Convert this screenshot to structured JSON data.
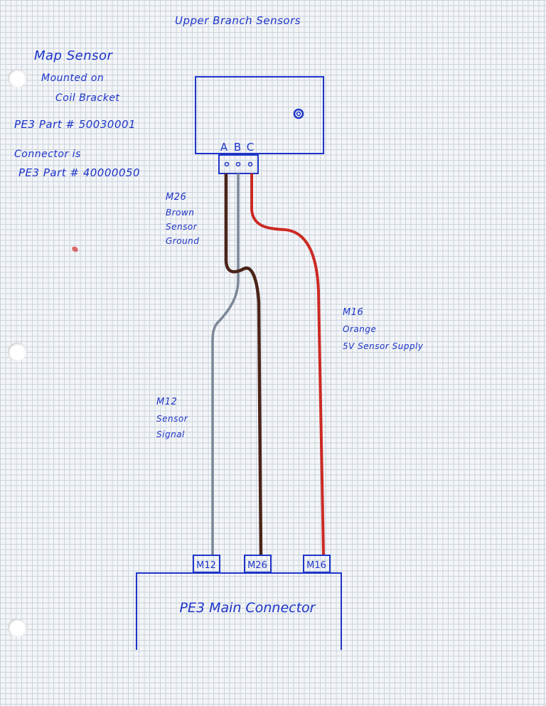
{
  "title": "Upper Branch Sensors",
  "notes": {
    "line1": "Map Sensor",
    "line2": "Mounted on",
    "line3": "Coil Bracket",
    "line4": "PE3 Part # 50030001",
    "line5": "Connector is",
    "line6": "PE3 Part # 40000050"
  },
  "sensor": {
    "pins": [
      "A",
      "B",
      "C"
    ]
  },
  "wires": [
    {
      "label": "M26",
      "desc1": "Brown",
      "desc2": "Sensor",
      "desc3": "Ground",
      "color": "#4a2418"
    },
    {
      "label": "M12",
      "desc1": "Sensor",
      "desc2": "Signal",
      "color": "#7c8797"
    },
    {
      "label": "M16",
      "desc1": "Orange",
      "desc2": "5V Sensor Supply",
      "color": "#cc2a24"
    }
  ],
  "connector": {
    "label": "PE3 Main Connector",
    "pins": [
      "M12",
      "M26",
      "M16"
    ]
  },
  "colors": {
    "ink": "#1d35c9",
    "paper": "#f4f5f7",
    "grid": "#c9d2de"
  }
}
